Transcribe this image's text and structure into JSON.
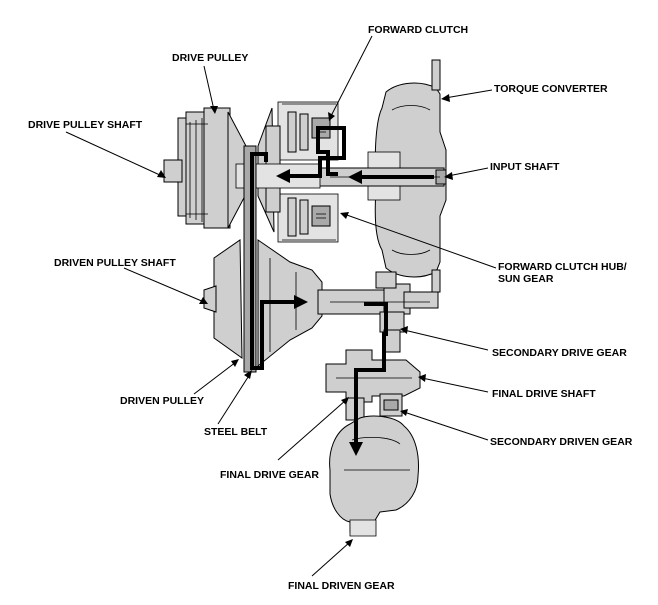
{
  "labels": {
    "forward_clutch": "FORWARD CLUTCH",
    "drive_pulley": "DRIVE PULLEY",
    "torque_converter": "TORQUE CONVERTER",
    "drive_pulley_shaft": "DRIVE PULLEY SHAFT",
    "input_shaft": "INPUT SHAFT",
    "driven_pulley_shaft": "DRIVEN PULLEY SHAFT",
    "forward_clutch_hub_line1": "FORWARD CLUTCH HUB/",
    "forward_clutch_hub_line2": "SUN GEAR",
    "secondary_drive_gear": "SECONDARY DRIVE GEAR",
    "driven_pulley": "DRIVEN PULLEY",
    "final_drive_shaft": "FINAL DRIVE SHAFT",
    "steel_belt": "STEEL BELT",
    "secondary_driven_gear": "SECONDARY DRIVEN GEAR",
    "final_drive_gear": "FINAL DRIVE GEAR",
    "final_driven_gear": "FINAL DRIVEN GEAR"
  },
  "colors": {
    "part_fill": "#cfcfcf",
    "part_dark": "#a9a9a9",
    "outline": "#000000",
    "power_flow": "#000000"
  }
}
